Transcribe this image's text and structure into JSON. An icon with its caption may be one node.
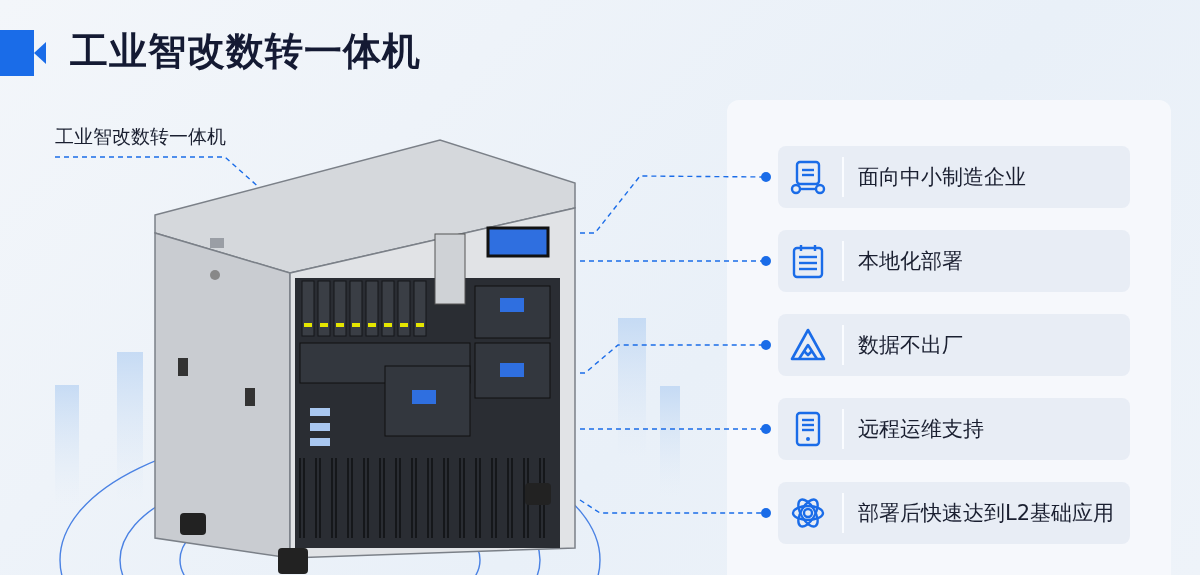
{
  "diagram": {
    "title": "工业智改数转一体机",
    "nodes": [
      {
        "text": [],
        "shape": "picture"
      },
      {
        "text": [
          "工业智改数转一体机"
        ]
      },
      {
        "text": [
          "面向中小制造企业"
        ]
      },
      {
        "text": [
          "本地化部署"
        ]
      },
      {
        "text": [
          "数据不出厂"
        ]
      },
      {
        "text": [
          "远程运维支持"
        ]
      },
      {
        "text": [
          "部署后快速达到L2基础应用"
        ]
      }
    ],
    "edges": [
      {
        "from": 1,
        "to": 0,
        "arrow": "other",
        "style": "dashed"
      },
      {
        "from": 0,
        "to": 2,
        "arrow": "other",
        "style": "dashed"
      },
      {
        "from": 0,
        "to": 3,
        "arrow": "other",
        "style": "dashed"
      },
      {
        "from": 0,
        "to": 4,
        "arrow": "other",
        "style": "dashed"
      },
      {
        "from": 0,
        "to": 5,
        "arrow": "other",
        "style": "dashed"
      },
      {
        "from": 0,
        "to": 6,
        "arrow": "other",
        "style": "dashed"
      }
    ]
  }
}
